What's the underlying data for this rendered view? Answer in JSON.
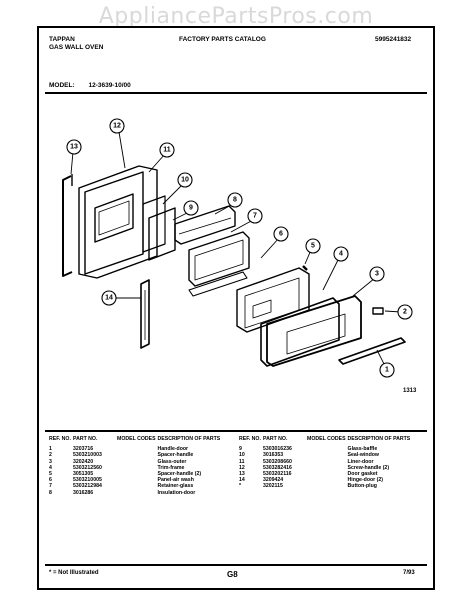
{
  "watermark": "AppliancePartsPros.com",
  "header": {
    "brand": "TAPPAN",
    "product": "GAS WALL OVEN",
    "catalog": "FACTORY PARTS CATALOG",
    "catalog_number": "5995241832",
    "model_label": "MODEL:",
    "model_value": "12-3639-10/00"
  },
  "diagram": {
    "callouts": [
      "1",
      "2",
      "3",
      "4",
      "5",
      "6",
      "7",
      "8",
      "9",
      "10",
      "11",
      "12",
      "13",
      "14"
    ],
    "figure_code": "1313"
  },
  "columns": {
    "ref_no": "REF. NO.",
    "part_no": "PART NO.",
    "model_codes": "MODEL CODES",
    "description": "DESCRIPTION OF PARTS"
  },
  "parts_left": [
    {
      "ref": "1",
      "part": "3203716",
      "code": "",
      "desc": "Handle-door"
    },
    {
      "ref": "2",
      "part": "5303210003",
      "code": "",
      "desc": "Spacer-handle"
    },
    {
      "ref": "3",
      "part": "3202420",
      "code": "",
      "desc": "Glass-outer"
    },
    {
      "ref": "4",
      "part": "5303212560",
      "code": "",
      "desc": "Trim-frame"
    },
    {
      "ref": "5",
      "part": "3051305",
      "code": "",
      "desc": "Spacer-handle (2)"
    },
    {
      "ref": "6",
      "part": "5303210005",
      "code": "",
      "desc": "Panel-air wash"
    },
    {
      "ref": "7",
      "part": "5303212984",
      "code": "",
      "desc": "Retainer-glass"
    },
    {
      "ref": "8",
      "part": "3016286",
      "code": "",
      "desc": "Insulation-door"
    }
  ],
  "parts_right": [
    {
      "ref": "9",
      "part": "5303016236",
      "code": "",
      "desc": "Glass-baffle"
    },
    {
      "ref": "10",
      "part": "3016353",
      "code": "",
      "desc": "Seal-window"
    },
    {
      "ref": "11",
      "part": "5303208660",
      "code": "",
      "desc": "Liner-door"
    },
    {
      "ref": "12",
      "part": "5303282416",
      "code": "",
      "desc": "Screw-handle (2)"
    },
    {
      "ref": "13",
      "part": "5303202116",
      "code": "",
      "desc": "Door gasket"
    },
    {
      "ref": "14",
      "part": "3209424",
      "code": "",
      "desc": "Hinge-door (2)"
    },
    {
      "ref": "*",
      "part": "3202115",
      "code": "",
      "desc": "Button-plug"
    }
  ],
  "footer": {
    "note": "* = Not Illustrated",
    "page": "G8",
    "date": "7/93"
  }
}
